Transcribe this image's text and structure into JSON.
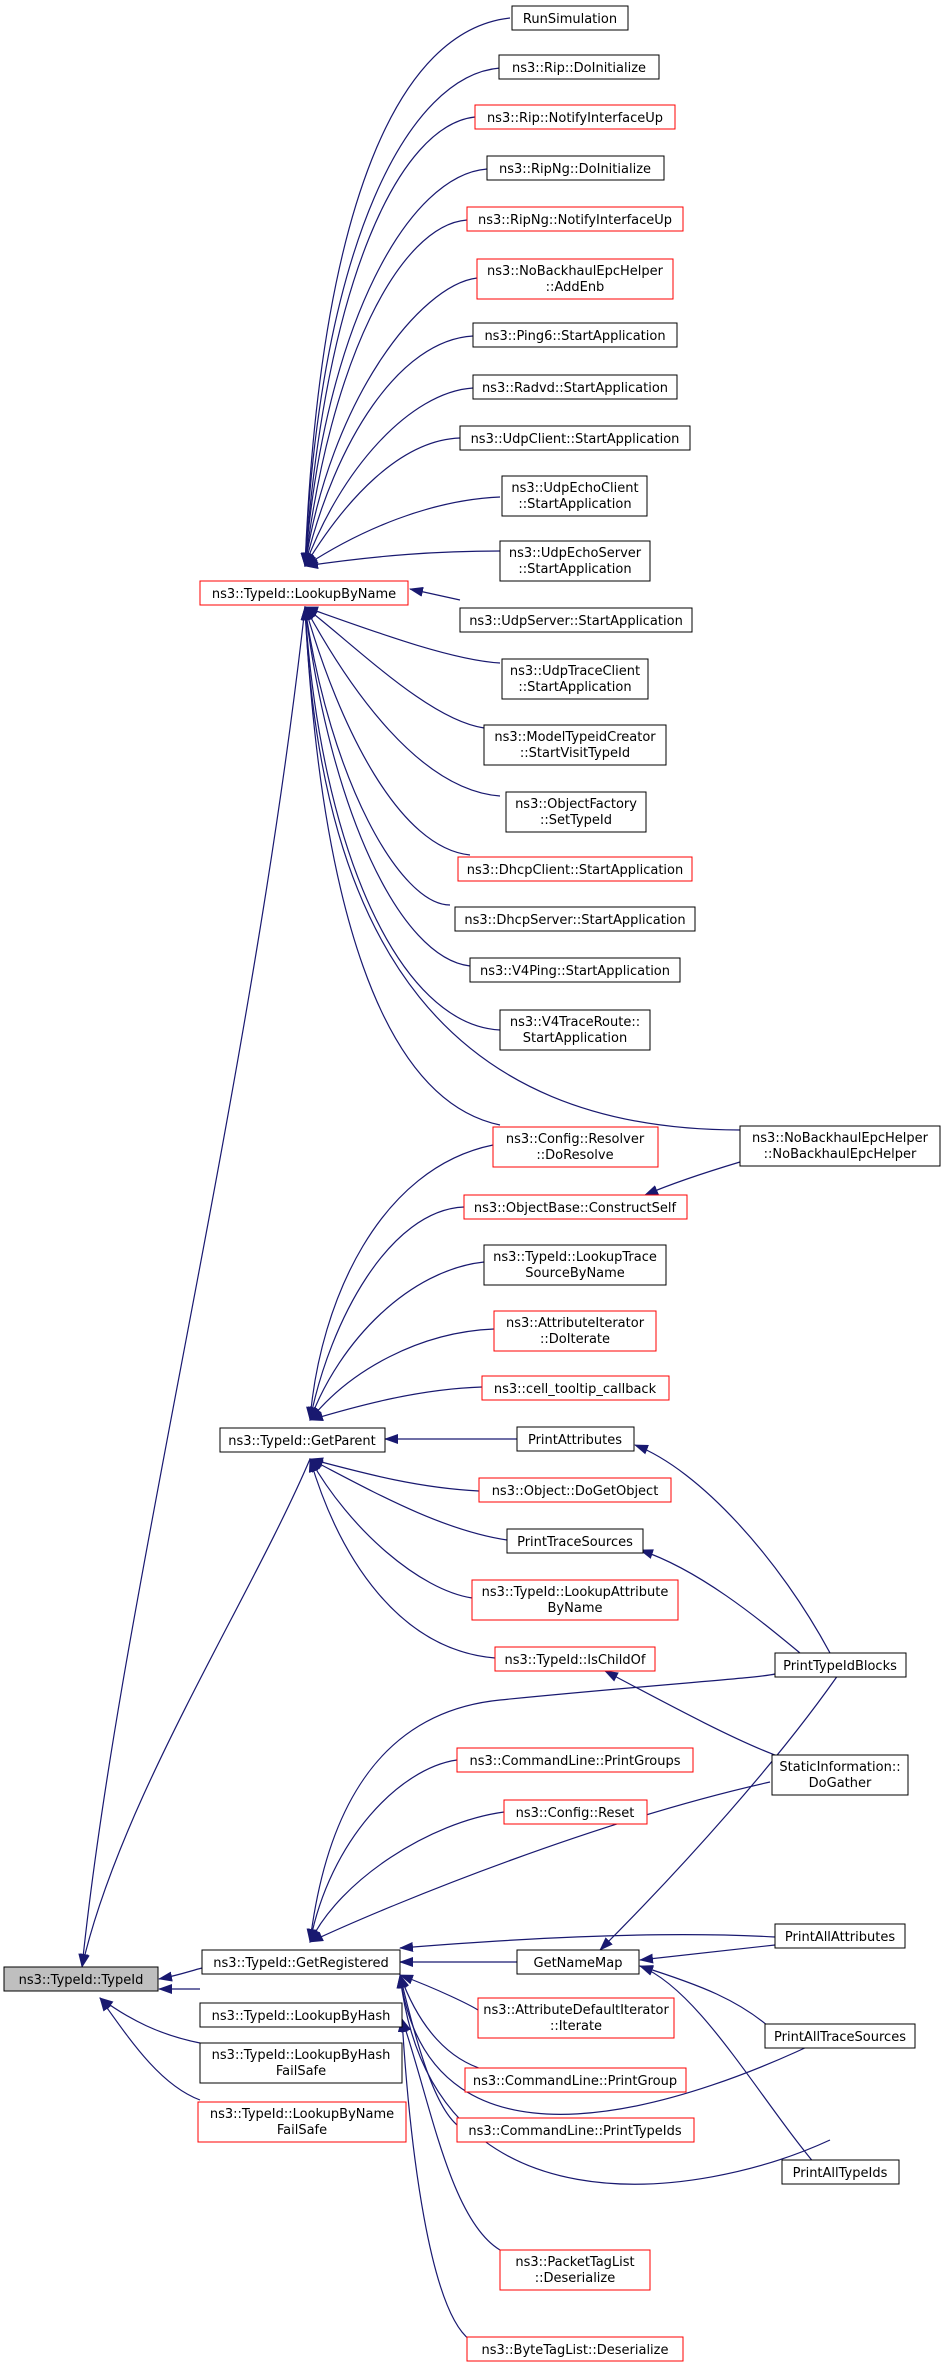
{
  "colors": {
    "edge": "#191970",
    "border_default": "#000000",
    "border_red": "#ff0000",
    "root_fill": "#bfbfbf",
    "node_fill": "#ffffff"
  },
  "nodes": {
    "run_simulation": "RunSimulation",
    "rip_doinitialize": "ns3::Rip::DoInitialize",
    "rip_notify": "ns3::Rip::NotifyInterfaceUp",
    "ripng_doinitialize": "ns3::RipNg::DoInitialize",
    "ripng_notify": "ns3::RipNg::NotifyInterfaceUp",
    "nobackhaul_addenb_1": "ns3::NoBackhaulEpcHelper",
    "nobackhaul_addenb_2": "::AddEnb",
    "ping6_start": "ns3::Ping6::StartApplication",
    "radvd_start": "ns3::Radvd::StartApplication",
    "udpclient_start": "ns3::UdpClient::StartApplication",
    "udpechoclient_1": "ns3::UdpEchoClient",
    "udpechoclient_2": "::StartApplication",
    "udpechoserver_1": "ns3::UdpEchoServer",
    "udpechoserver_2": "::StartApplication",
    "udpserver_start": "ns3::UdpServer::StartApplication",
    "udptraceclient_1": "ns3::UdpTraceClient",
    "udptraceclient_2": "::StartApplication",
    "modeltypeid_1": "ns3::ModelTypeidCreator",
    "modeltypeid_2": "::StartVisitTypeId",
    "objectfactory_1": "ns3::ObjectFactory",
    "objectfactory_2": "::SetTypeId",
    "dhcpclient_start": "ns3::DhcpClient::StartApplication",
    "dhcpserver_start": "ns3::DhcpServer::StartApplication",
    "v4ping_start": "ns3::V4Ping::StartApplication",
    "v4traceroute_1": "ns3::V4TraceRoute::",
    "v4traceroute_2": "StartApplication",
    "lookupbyname": "ns3::TypeId::LookupByName",
    "nobackhaul_ctor_1": "ns3::NoBackhaulEpcHelper",
    "nobackhaul_ctor_2": "::NoBackhaulEpcHelper",
    "config_resolver_1": "ns3::Config::Resolver",
    "config_resolver_2": "::DoResolve",
    "objectbase_construct": "ns3::ObjectBase::ConstructSelf",
    "lookuptrace_1": "ns3::TypeId::LookupTrace",
    "lookuptrace_2": "SourceByName",
    "attriter_1": "ns3::AttributeIterator",
    "attriter_2": "::DoIterate",
    "cell_tooltip": "ns3::cell_tooltip_callback",
    "getparent": "ns3::TypeId::GetParent",
    "printattributes": "PrintAttributes",
    "object_dogetobject": "ns3::Object::DoGetObject",
    "printtracesources": "PrintTraceSources",
    "lookupattr_1": "ns3::TypeId::LookupAttribute",
    "lookupattr_2": "ByName",
    "ischildof": "ns3::TypeId::IsChildOf",
    "printtypeidblocks": "PrintTypeIdBlocks",
    "cmd_printgroups": "ns3::CommandLine::PrintGroups",
    "staticinfo_1": "StaticInformation::",
    "staticinfo_2": "DoGather",
    "config_reset": "ns3::Config::Reset",
    "printallattributes": "PrintAllAttributes",
    "root": "ns3::TypeId::TypeId",
    "getregistered": "ns3::TypeId::GetRegistered",
    "getnamemap": "GetNameMap",
    "attrdefault_1": "ns3::AttributeDefaultIterator",
    "attrdefault_2": "::Iterate",
    "printalltracesources": "PrintAllTraceSources",
    "lookupbyhash": "ns3::TypeId::LookupByHash",
    "cmd_printgroup": "ns3::CommandLine::PrintGroup",
    "lookupbyhashfs_1": "ns3::TypeId::LookupByHash",
    "lookupbyhashfs_2": "FailSafe",
    "cmd_printtypeids": "ns3::CommandLine::PrintTypeIds",
    "lookupbynamefs_1": "ns3::TypeId::LookupByName",
    "lookupbynamefs_2": "FailSafe",
    "printalltypeids": "PrintAllTypeIds",
    "packettaglist_1": "ns3::PacketTagList",
    "packettaglist_2": "::Deserialize",
    "bytetaglist": "ns3::ByteTagList::Deserialize"
  }
}
